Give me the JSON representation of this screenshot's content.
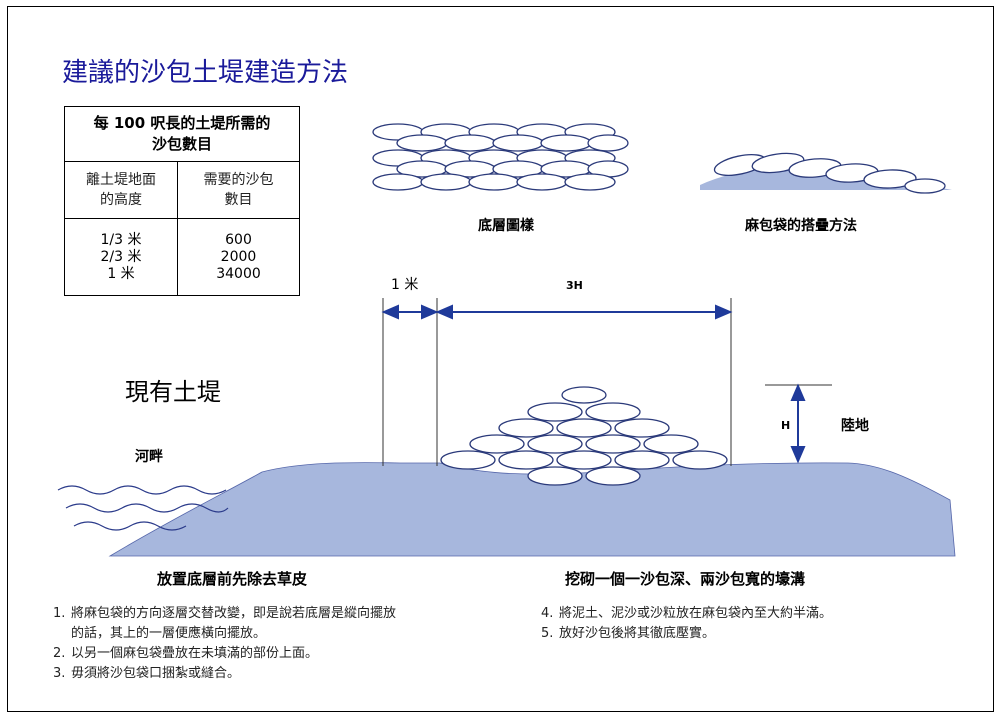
{
  "title": "建議的沙包土堤建造方法",
  "table": {
    "header": "每 100 呎長的土堤所需的沙包數目",
    "header_line1": "每 100 呎長的土堤所需的",
    "header_line2": "沙包數目",
    "col1_line1": "離土堤地面",
    "col1_line2": "的高度",
    "col2_line1": "需要的沙包",
    "col2_line2": "數目",
    "heights": [
      "1/3 米",
      "2/3 米",
      "1 米"
    ],
    "counts": [
      "600",
      "2000",
      "34000"
    ]
  },
  "labels": {
    "bottom_pattern": "底層圖樣",
    "stacking_method": "麻包袋的搭疊方法",
    "one_meter": "1 米",
    "three_h": "3H",
    "h": "H",
    "existing_levee": "現有土堤",
    "riverbank": "河畔",
    "land": "陸地",
    "remove_grass": "放置底層前先除去草皮",
    "dig_trench": "挖砌一個一沙包深、兩沙包寬的壕溝"
  },
  "steps_left": [
    {
      "n": "1.",
      "text_line1": "將麻包袋的方向逐層交替改變，即是說若底層是縱向擺放",
      "text_line2": "的話，其上的一層便應橫向擺放。"
    },
    {
      "n": "2.",
      "text_line1": "以另一個麻包袋疊放在未填滿的部份上面。"
    },
    {
      "n": "3.",
      "text_line1": "毋須將沙包袋口捆紮或縫合。"
    }
  ],
  "steps_right": [
    {
      "n": "4.",
      "text_line1": "將泥土、泥沙或沙粒放在麻包袋內至大約半滿。"
    },
    {
      "n": "5.",
      "text_line1": "放好沙包後將其徹底壓實。"
    }
  ],
  "colors": {
    "title": "#1a1a9a",
    "ground": "#a7b7dd",
    "arrow": "#1f3a9a",
    "water": "#2a3a8a"
  }
}
